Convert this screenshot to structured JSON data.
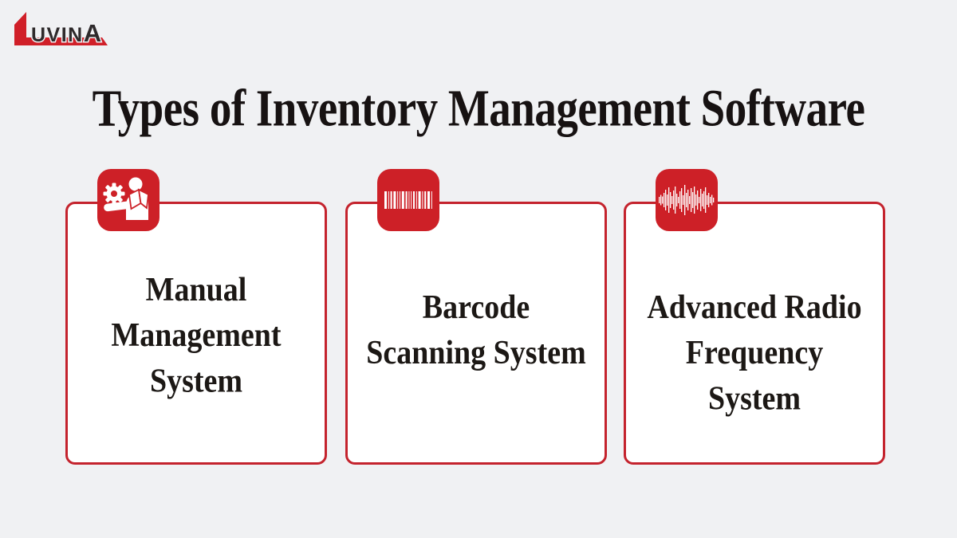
{
  "logo": {
    "brand": "LUVINA",
    "text_prefix": "UVIN",
    "text_suffix": "A"
  },
  "header": {
    "title": "Types of Inventory Management Software"
  },
  "colors": {
    "background": "#f0f1f3",
    "accent_red": "#cd2027",
    "card_border": "#c4232d",
    "card_background": "#ffffff",
    "title_text": "#171212",
    "card_text": "#1c1815",
    "logo_text": "#2e2a2b"
  },
  "cards": [
    {
      "icon": "manual-person-gear-icon",
      "title_lines": [
        "Manual",
        "Management",
        "System"
      ]
    },
    {
      "icon": "barcode-icon",
      "title_lines": [
        "Barcode",
        "Scanning System"
      ]
    },
    {
      "icon": "radio-frequency-wave-icon",
      "title_lines": [
        "Advanced Radio",
        "Frequency",
        "System"
      ]
    }
  ]
}
